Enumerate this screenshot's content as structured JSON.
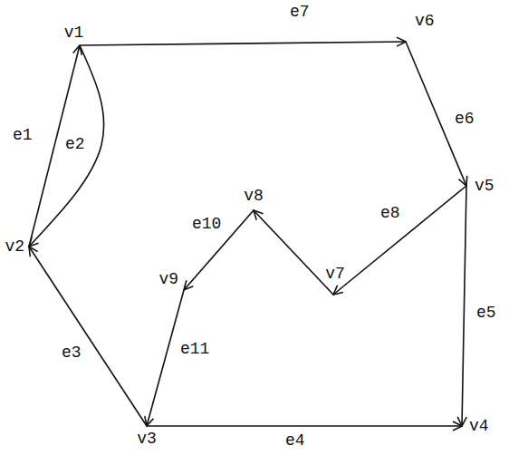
{
  "diagram": {
    "nodes": [
      {
        "text": [
          "v1"
        ]
      },
      {
        "text": [
          "v2"
        ]
      },
      {
        "text": [
          "v3"
        ]
      },
      {
        "text": [
          "v4"
        ]
      },
      {
        "text": [
          "v5"
        ]
      },
      {
        "text": [
          "v6"
        ]
      },
      {
        "text": [
          "v7"
        ]
      },
      {
        "text": [
          "v8"
        ]
      },
      {
        "text": [
          "v9"
        ]
      }
    ],
    "edges": [
      {
        "from": 1,
        "to": 0,
        "arrow": "to",
        "label": "e1"
      },
      {
        "from": 0,
        "to": 1,
        "arrow": "to",
        "label": "e2"
      },
      {
        "from": 2,
        "to": 1,
        "arrow": "to",
        "label": "e3"
      },
      {
        "from": 2,
        "to": 3,
        "arrow": "to",
        "label": "e4"
      },
      {
        "from": 4,
        "to": 3,
        "arrow": "to",
        "label": "e5"
      },
      {
        "from": 5,
        "to": 4,
        "arrow": "to",
        "label": "e6"
      },
      {
        "from": 0,
        "to": 5,
        "arrow": "to",
        "label": "e7"
      },
      {
        "from": 4,
        "to": 6,
        "arrow": "to",
        "label": "e8"
      },
      {
        "from": 6,
        "to": 7,
        "arrow": "to"
      },
      {
        "from": 7,
        "to": 8,
        "arrow": "to",
        "label": "e10"
      },
      {
        "from": 8,
        "to": 2,
        "arrow": "to",
        "label": "e11"
      }
    ]
  }
}
